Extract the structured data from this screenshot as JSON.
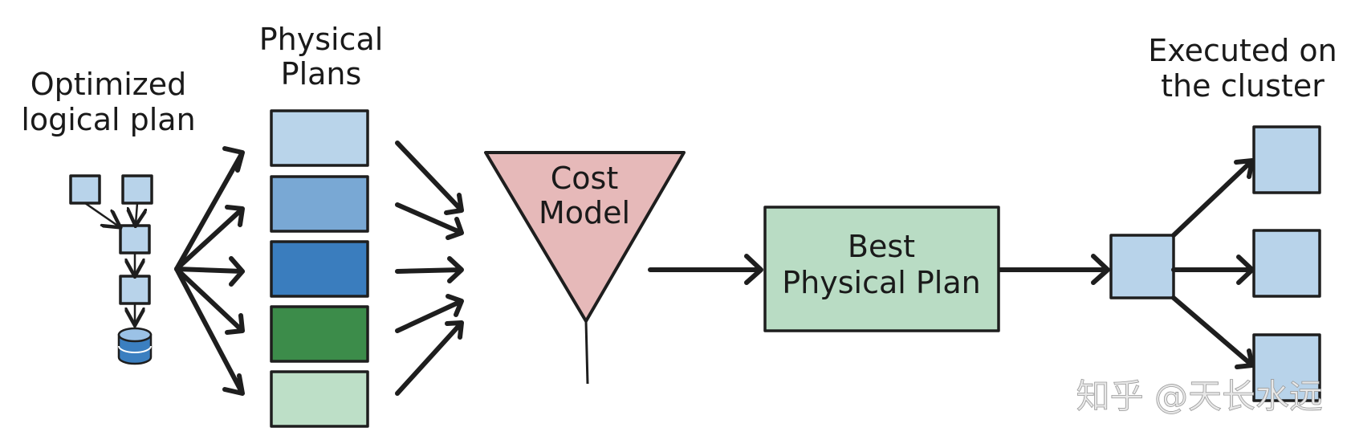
{
  "labels": {
    "optimized_line1": "Optimized",
    "optimized_line2": "logical plan",
    "physical_line1": "Physical",
    "physical_line2": "Plans",
    "cost_line1": "Cost",
    "cost_line2": "Model",
    "best_line1": "Best",
    "best_line2": "Physical Plan",
    "executed_line1": "Executed on",
    "executed_line2": "the cluster"
  },
  "watermark": "知乎 @天长水远",
  "colors": {
    "logical_node": "#b8d3ea",
    "database": "#3b7fc0",
    "plan_colors": [
      "#b9d4ea",
      "#79a8d4",
      "#3a7dbe",
      "#3c8c4a",
      "#bddfc7"
    ],
    "cost_model": "#e6b9b9",
    "best_plan": "#b9dcc4",
    "cluster_node": "#b8d3ea"
  }
}
